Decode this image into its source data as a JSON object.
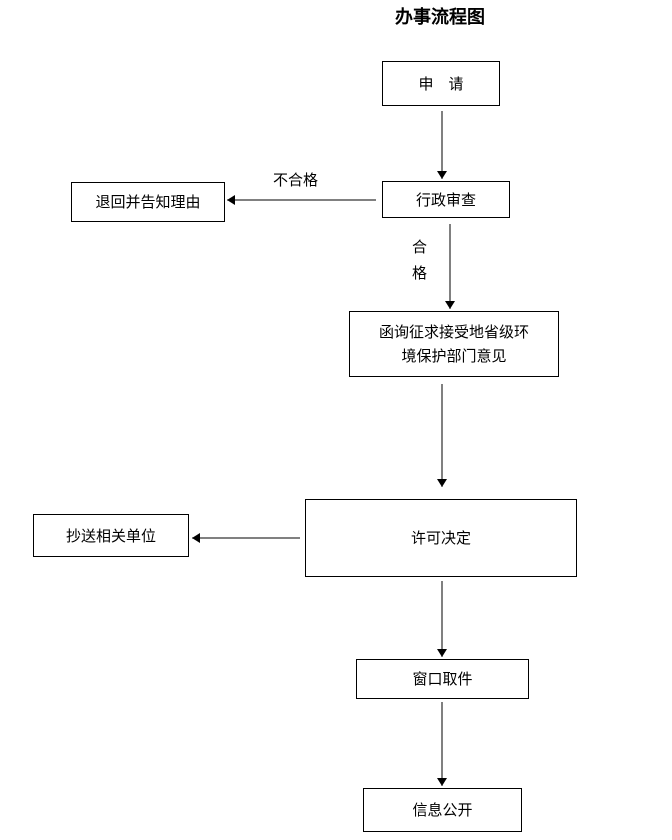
{
  "title": "办事流程图",
  "nodes": {
    "apply": "申　请",
    "review": "行政审查",
    "reject": "退回并告知理由",
    "consult_line1": "函询征求接受地省级环",
    "consult_line2": "境保护部门意见",
    "decision": "许可决定",
    "copy_send": "抄送相关单位",
    "pickup": "窗口取件",
    "publish": "信息公开"
  },
  "labels": {
    "fail": "不合格",
    "pass_line1": "合",
    "pass_line2": "格"
  }
}
